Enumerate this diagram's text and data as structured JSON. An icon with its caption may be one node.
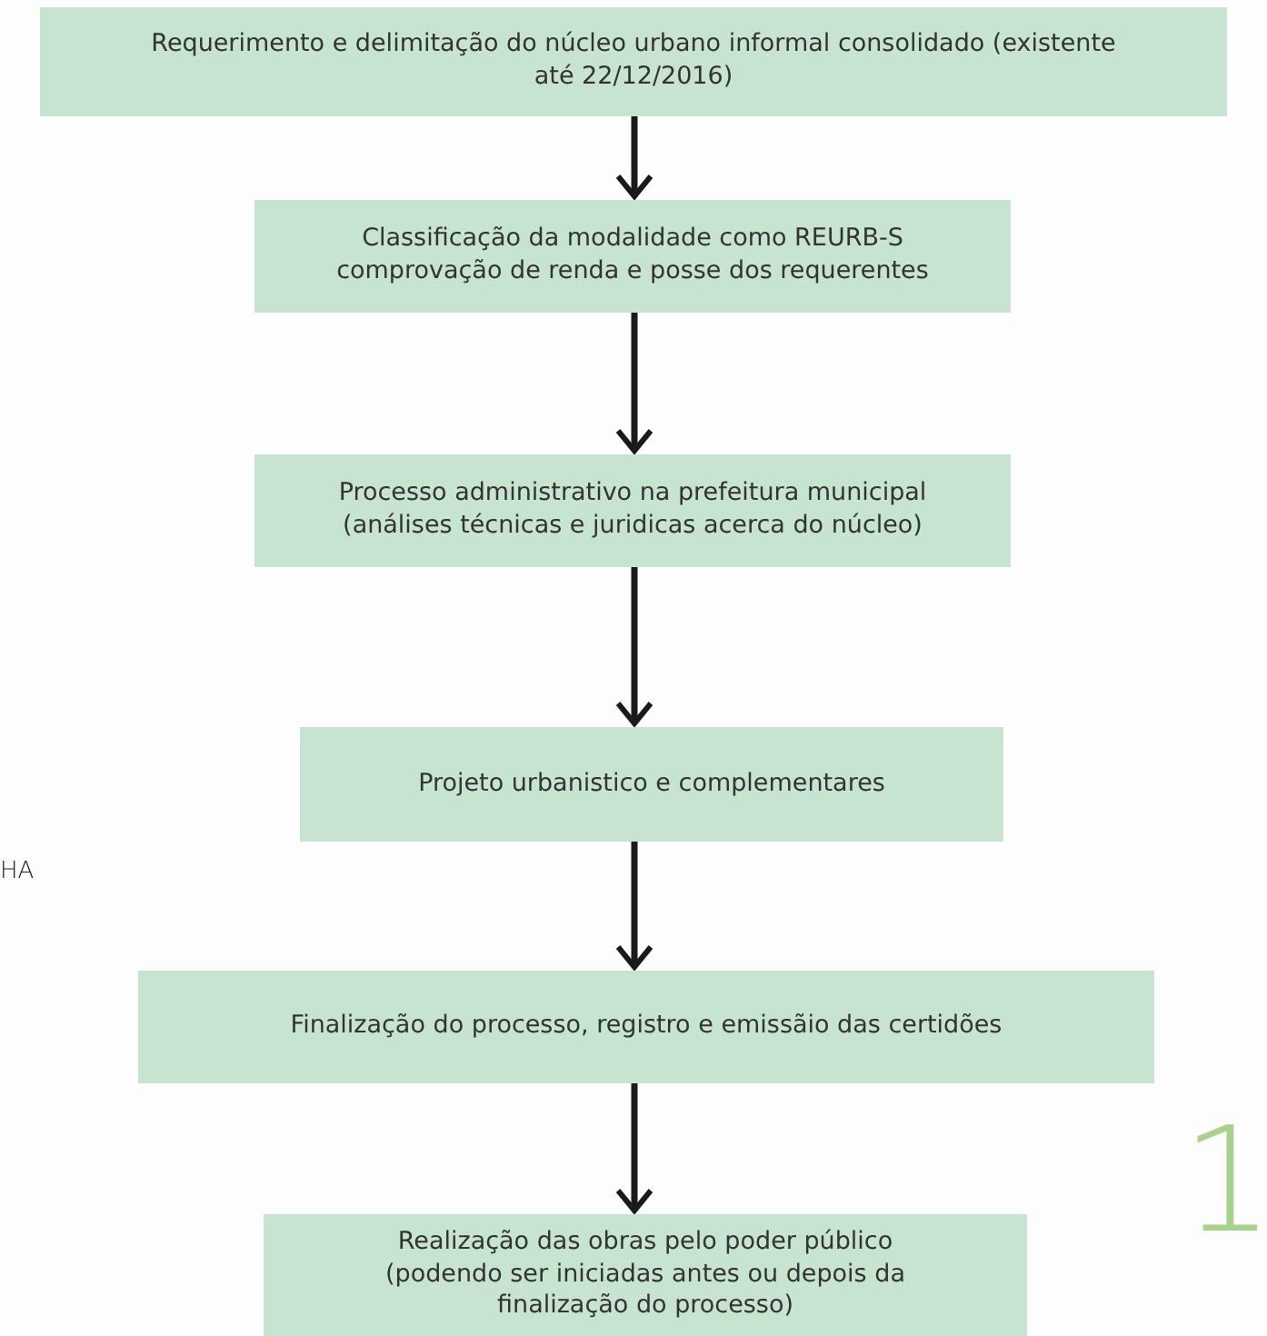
{
  "diagram": {
    "nodes": [
      {
        "text": [
          "Requerimento e delimitação do núcleo urbano informal consolidado (existente até 22/12/2016)"
        ]
      },
      {
        "text": [
          "Classificação da modalidade como REURB-S comprovação de renda e posse dos requerentes"
        ]
      },
      {
        "text": [
          "Processo administrativo na prefeitura municipal (análises técnicas e juridicas acerca do núcleo)"
        ]
      },
      {
        "text": [
          "Projeto urbanistico e complementares"
        ]
      },
      {
        "text": [
          "Finalização do processo, registro e emissãio das certidões"
        ]
      },
      {
        "text": [
          "Realização das obras pelo poder público (podendo ser iniciadas antes ou depois da finalização do processo)"
        ]
      }
    ],
    "edges": [
      {
        "from": 0,
        "to": 1,
        "arrow": "to"
      },
      {
        "from": 1,
        "to": 2,
        "arrow": "to"
      },
      {
        "from": 2,
        "to": 3,
        "arrow": "to"
      },
      {
        "from": 3,
        "to": 4,
        "arrow": "to"
      },
      {
        "from": 4,
        "to": 5,
        "arrow": "to"
      }
    ],
    "labels": [
      "HA",
      "1"
    ]
  }
}
